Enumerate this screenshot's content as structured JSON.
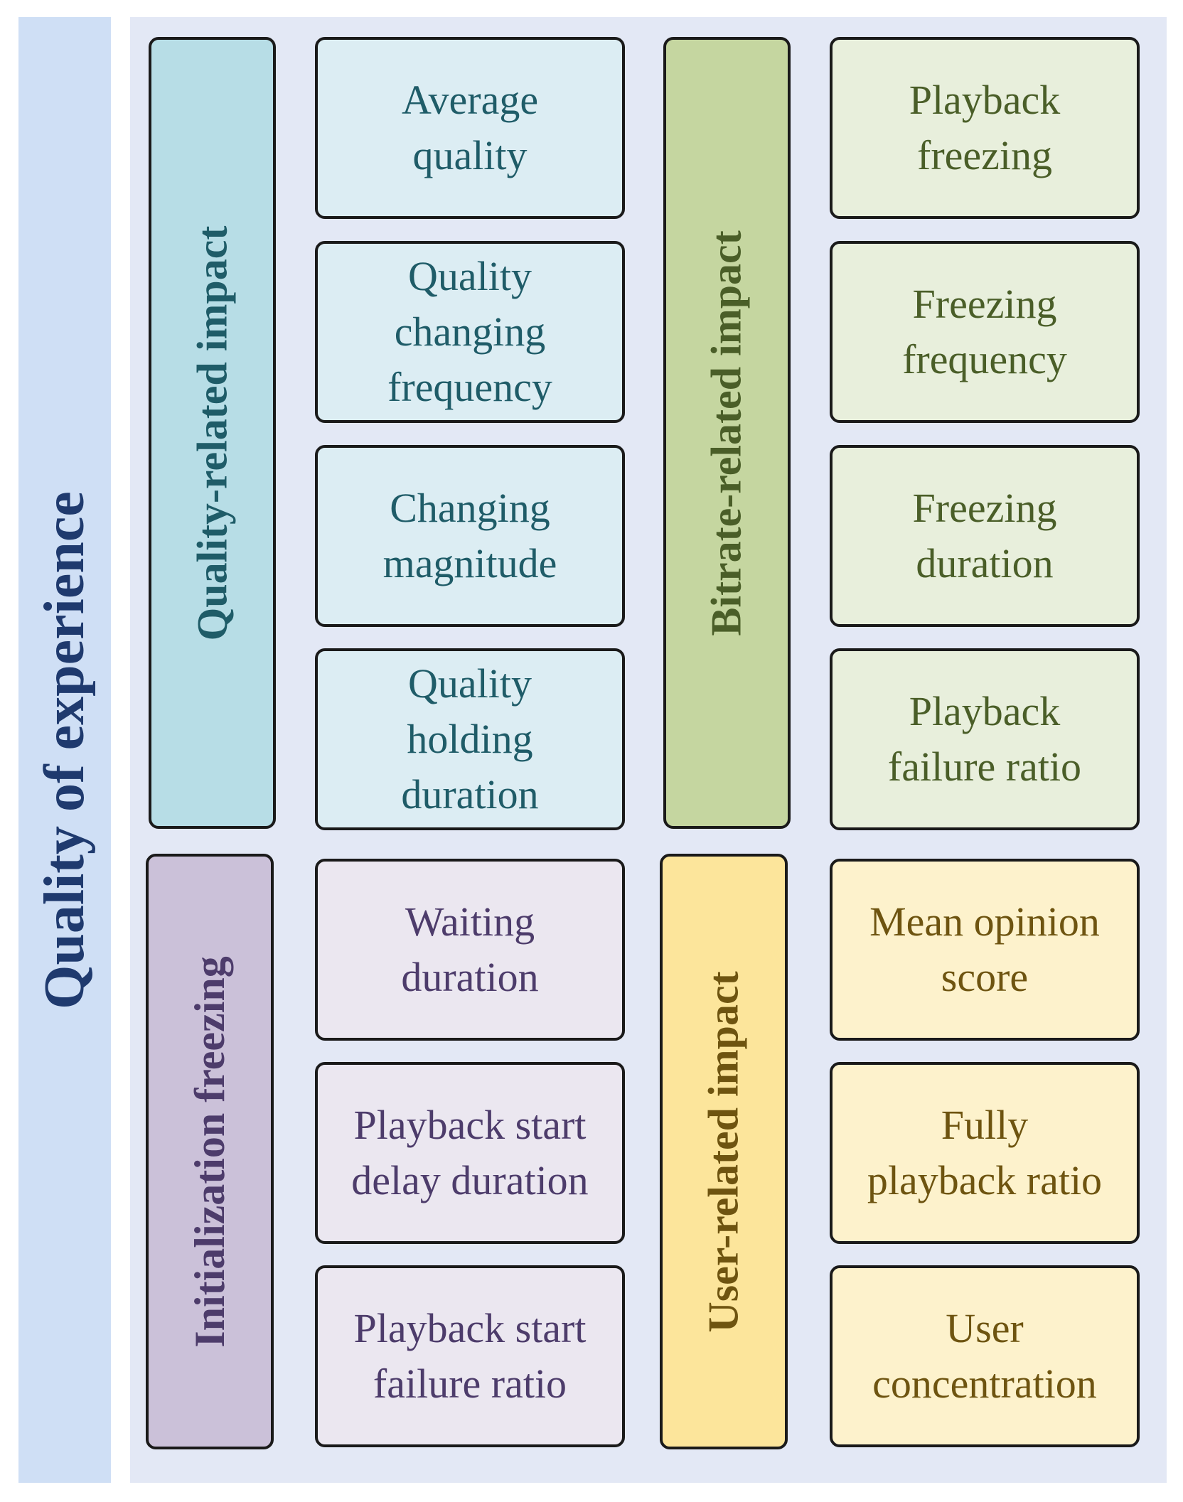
{
  "title": "Quality of experience",
  "categories": {
    "quality": {
      "label": "Quality-related impact",
      "items": [
        [
          "Average",
          "quality"
        ],
        [
          "Quality",
          "changing",
          "frequency"
        ],
        [
          "Changing",
          "magnitude"
        ],
        [
          "Quality",
          "holding",
          "duration"
        ]
      ]
    },
    "bitrate": {
      "label": "Bitrate-related impact",
      "items": [
        [
          "Playback",
          "freezing"
        ],
        [
          "Freezing",
          "frequency"
        ],
        [
          "Freezing",
          "duration"
        ],
        [
          "Playback",
          "failure ratio"
        ]
      ]
    },
    "init": {
      "label": "Initialization freezing",
      "items": [
        [
          "Waiting",
          "duration"
        ],
        [
          "Playback start",
          "delay duration"
        ],
        [
          "Playback start",
          "failure ratio"
        ]
      ]
    },
    "user": {
      "label": "User-related impact",
      "items": [
        [
          "Mean opinion",
          "score"
        ],
        [
          "Fully",
          "playback ratio"
        ],
        [
          "User",
          "concentration"
        ]
      ]
    }
  },
  "colors": {
    "title_bar": "#cfdff5",
    "panel": "#e3e8f5",
    "quality": "#b7dde6",
    "init": "#cbc1d9",
    "bitrate": "#c5d6a0",
    "user": "#fce59b"
  }
}
